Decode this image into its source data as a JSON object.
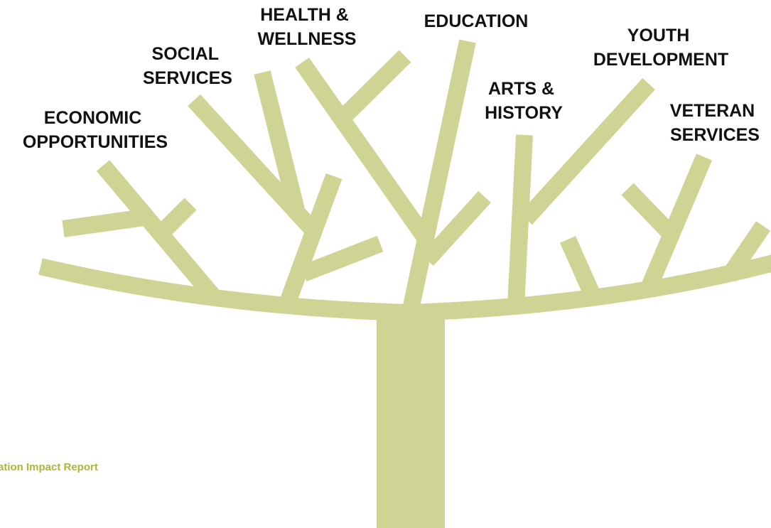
{
  "diagram": {
    "type": "tree",
    "colors": {
      "tree": "#cfd494",
      "label": "#111111",
      "footer": "#a9b83a"
    },
    "categories": [
      {
        "id": "economic",
        "lines": [
          "ECONOMIC",
          "OPPORTUNITIES"
        ]
      },
      {
        "id": "social",
        "lines": [
          "SOCIAL",
          "SERVICES"
        ]
      },
      {
        "id": "health",
        "lines": [
          "HEALTH &",
          "WELLNESS"
        ]
      },
      {
        "id": "education",
        "lines": [
          "EDUCATION"
        ]
      },
      {
        "id": "arts",
        "lines": [
          "ARTS &",
          "HISTORY"
        ]
      },
      {
        "id": "youth",
        "lines": [
          "YOUTH",
          "DEVELOPMENT"
        ]
      },
      {
        "id": "veteran",
        "lines": [
          "VETERAN",
          "SERVICES"
        ]
      }
    ]
  },
  "footer": {
    "text": "ation Impact Report"
  }
}
